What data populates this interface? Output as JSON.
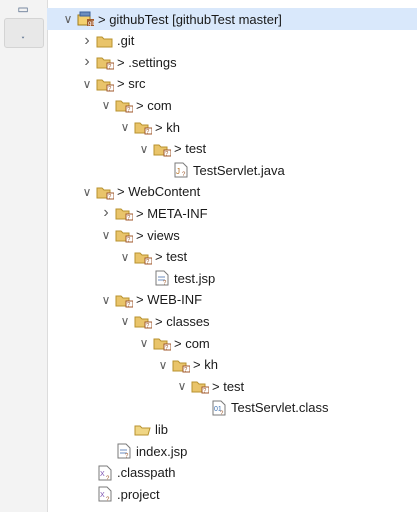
{
  "tree": {
    "items": [
      {
        "label": "> githubTest [githubTest master]",
        "depth": 0,
        "expander": "expanded",
        "icon": "project-icon",
        "selected": true
      },
      {
        "label": ".git",
        "depth": 1,
        "expander": "collapsed",
        "icon": "folder-icon"
      },
      {
        "label": "> .settings",
        "depth": 1,
        "expander": "collapsed",
        "icon": "folder-git-icon"
      },
      {
        "label": "> src",
        "depth": 1,
        "expander": "expanded",
        "icon": "folder-git-icon"
      },
      {
        "label": "> com",
        "depth": 2,
        "expander": "expanded",
        "icon": "folder-git-icon"
      },
      {
        "label": "> kh",
        "depth": 3,
        "expander": "expanded",
        "icon": "folder-git-icon"
      },
      {
        "label": "> test",
        "depth": 4,
        "expander": "expanded",
        "icon": "folder-git-icon"
      },
      {
        "label": "TestServlet.java",
        "depth": 5,
        "expander": "none",
        "icon": "java-file-icon"
      },
      {
        "label": "> WebContent",
        "depth": 1,
        "expander": "expanded",
        "icon": "folder-git-icon"
      },
      {
        "label": "> META-INF",
        "depth": 2,
        "expander": "collapsed",
        "icon": "folder-git-icon"
      },
      {
        "label": "> views",
        "depth": 2,
        "expander": "expanded",
        "icon": "folder-git-icon"
      },
      {
        "label": "> test",
        "depth": 3,
        "expander": "expanded",
        "icon": "folder-git-icon"
      },
      {
        "label": "test.jsp",
        "depth": 4,
        "expander": "none",
        "icon": "jsp-file-icon"
      },
      {
        "label": "> WEB-INF",
        "depth": 2,
        "expander": "expanded",
        "icon": "folder-git-icon"
      },
      {
        "label": "> classes",
        "depth": 3,
        "expander": "expanded",
        "icon": "folder-git-icon"
      },
      {
        "label": "> com",
        "depth": 4,
        "expander": "expanded",
        "icon": "folder-git-icon"
      },
      {
        "label": "> kh",
        "depth": 5,
        "expander": "expanded",
        "icon": "folder-git-icon"
      },
      {
        "label": "> test",
        "depth": 6,
        "expander": "expanded",
        "icon": "folder-git-icon"
      },
      {
        "label": "TestServlet.class",
        "depth": 7,
        "expander": "none",
        "icon": "class-file-icon"
      },
      {
        "label": "lib",
        "depth": 3,
        "expander": "none",
        "icon": "folder-open-icon"
      },
      {
        "label": "index.jsp",
        "depth": 2,
        "expander": "none",
        "icon": "jsp-file-icon"
      },
      {
        "label": ".classpath",
        "depth": 1,
        "expander": "none",
        "icon": "xml-file-icon"
      },
      {
        "label": ".project",
        "depth": 1,
        "expander": "none",
        "icon": "xml-file-icon"
      }
    ]
  },
  "colors": {
    "selection": "#d9e8fb",
    "folder": "#e9c46a",
    "git_badge": "#a05a2c"
  }
}
